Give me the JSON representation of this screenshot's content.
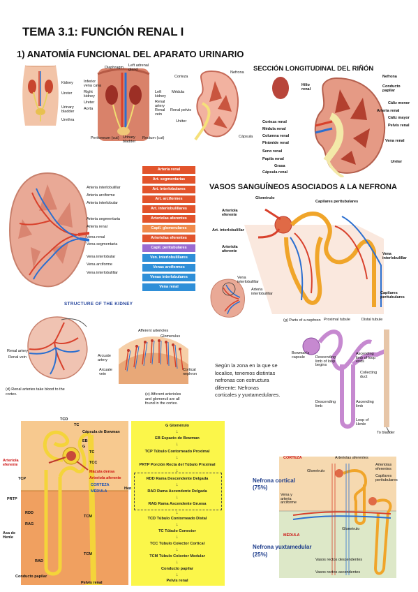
{
  "header": {
    "title": "TEMA 3.1: FUNCIÓN RENAL I",
    "subtitle": "1) ANATOMÍA FUNCIONAL DEL APARATO URINARIO"
  },
  "fig_body": {
    "labels": [
      "Kidney",
      "Ureter",
      "Urinary bladder",
      "Urethra"
    ]
  },
  "fig_torso": {
    "labels": [
      "Diaphragm",
      "Left adrenal gland",
      "Inferior vena cava",
      "Right kidney",
      "Ureter",
      "Aorta",
      "Left kidney",
      "Renal artery",
      "Renal vein",
      "Peritoneum (cut)",
      "Urinary bladder",
      "Rectum (cut)"
    ]
  },
  "fig_kidney_small": {
    "labels": [
      "Corteza",
      "Nefrona",
      "Médula",
      "Renal pelvis",
      "Uréter",
      "Cápsula"
    ]
  },
  "section": {
    "title": "SECCIÓN LONGITUDINAL DEL RIÑÓN",
    "hilio": "Hilio renal",
    "left_labels": [
      "Corteza renal",
      "Médula renal",
      "Columna renal",
      "Pirámide renal",
      "Seno renal",
      "Papila renal",
      "Grasa",
      "Cápsula renal"
    ],
    "right_labels": [
      "Nefrona",
      "Conducto papilar",
      "Cáliz menor",
      "Arteria renal",
      "Cáliz mayor",
      "Pelvis renal",
      "Vena renal",
      "Uréter"
    ]
  },
  "vessel_kidney": {
    "labels": [
      "Arteria interlobulillar",
      "Arteria arciforme",
      "Arteria interlobular",
      "Arteria segmentaria",
      "Arteria renal",
      "Vena renal",
      "Vena segmentaria",
      "Vena interlobular",
      "Vena arciforme",
      "Vena interlobulillar"
    ]
  },
  "ladder": {
    "items": [
      {
        "label": "Arteria renal",
        "color": "#e2542c"
      },
      {
        "label": "Art. segmentarias",
        "color": "#e2542c"
      },
      {
        "label": "Art. interlobulares",
        "color": "#e2542c"
      },
      {
        "label": "Art. arciformes",
        "color": "#e2542c"
      },
      {
        "label": "Art. interlobulillares",
        "color": "#e2542c"
      },
      {
        "label": "Arteriolas aferentes",
        "color": "#e2542c"
      },
      {
        "label": "Capil. glomerulares",
        "color": "#f08a4b"
      },
      {
        "label": "Arteriolas eferentes",
        "color": "#e2542c"
      },
      {
        "label": "Capil. peritubulares",
        "color": "#9b6bd1"
      },
      {
        "label": "Ven. interlobulillares",
        "color": "#2f8fd8"
      },
      {
        "label": "Venas arciformes",
        "color": "#2f8fd8"
      },
      {
        "label": "Venas interlobulares",
        "color": "#2f8fd8"
      },
      {
        "label": "Vena renal",
        "color": "#2f8fd8"
      }
    ]
  },
  "vasos": {
    "title": "VASOS SANGUÍNEOS ASOCIADOS A LA NEFRONA",
    "labels": [
      "Glomérulo",
      "Capilares peritubulares",
      "Arteriola eferente",
      "Art. interlobulillar",
      "Arteriola aferente",
      "Vena interlobulillar",
      "Vena interlobulillar",
      "Arteria interlobulillar",
      "Capilares peritubulares"
    ]
  },
  "structure": {
    "caption": "STRUCTURE OF THE KIDNEY",
    "labels": [
      "Renal artery",
      "Renal vein",
      "Afferent arterioles",
      "Glomerulus",
      "Arcuate artery",
      "Arcuate vein",
      "Cortical nephron"
    ],
    "note_d": "(d) Renal arteries take blood to the cortex.",
    "note_e": "(e) Afferent arterioles and glomeruli are all found in the cortex."
  },
  "parts_nephron": {
    "caption": "(g) Parts of a nephron",
    "labels": [
      "Proximal tubule",
      "Distal tubule",
      "Bowman's capsule",
      "Descending limb of loop begins",
      "Ascending limb of loop ends",
      "Collecting duct",
      "Descending limb",
      "Ascending limb",
      "Loop of Henle",
      "To bladder"
    ]
  },
  "description": "Según la zona en la que se localice, tenemos distintas nefronas con estructura diferente: Nefronas corticales y yuxtamedulares.",
  "nephron_diagram": {
    "black_labels": [
      "TCD",
      "TC",
      "Cápsula de Bowman",
      "EB",
      "G",
      "TC",
      "TCC",
      "TCP",
      "PRTP",
      "RDD",
      "RAG",
      "Asa de Henle",
      "TCM",
      "RAD",
      "TCM",
      "Conducto papilar",
      "Pelvis renal"
    ],
    "red_labels": [
      "Arteriola eferente",
      "Mácula densa",
      "Arteriola aferente"
    ],
    "blue_labels": [
      "CORTEZA",
      "MÉDULA"
    ]
  },
  "flow": {
    "henle_label": "Henle",
    "items": [
      "G Glomérulo",
      "EB Espacio de Bowman",
      "TCP Túbulo Contorneado Proximal",
      "PRTP Porción Recta del Túbulo Proximal",
      "RDD Rama Descendente Delgada",
      "RAD Rama Ascendente Delgada",
      "RAG Rama Ascendente Gruesa",
      "TCD Túbulo Contorneado Distal",
      "TC Túbulo Conector",
      "TCC Túbulo Colector Cortical",
      "TCM Túbulo Colector Medular",
      "Conducto papilar",
      "Pelvis renal"
    ]
  },
  "nefronas": {
    "cortical": "Nefrona cortical",
    "cortical_pct": "(75%)",
    "yuxta": "Nefrona yuxtamedular",
    "yuxta_pct": "(25%)",
    "corteza": "CORTEZA",
    "medula": "MÉDULA",
    "labels": [
      "Arteriolas aferentes",
      "Glomérulo",
      "Arteriolas eferentes",
      "Capilares peritubulares",
      "Vena y arteria arciforme",
      "Glomérulo",
      "Vasos rectos descendentes",
      "Vasos rectos ascendentes"
    ]
  },
  "colors": {
    "artery": "#d8412c",
    "vein": "#2b6fd0",
    "tubule": "#f4d43a",
    "kidney": "#d98a78",
    "cortex_bg": "#f7c98f",
    "medulla_bg": "#f0a060",
    "flow_bg": "#fbf64a"
  }
}
